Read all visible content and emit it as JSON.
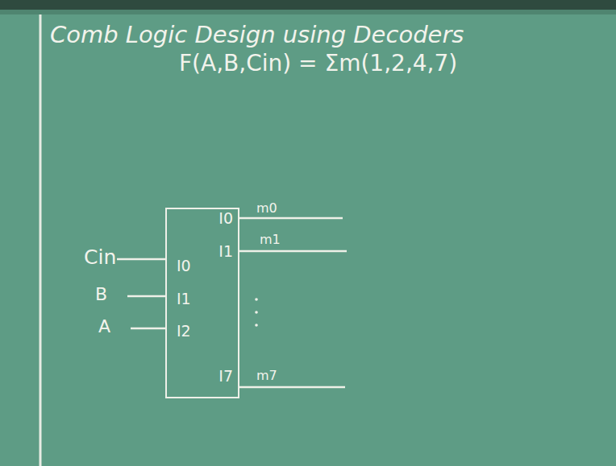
{
  "diagram": {
    "title": "Comb Logic Design using Decoders",
    "nodes": [
      {
        "text": [
          "I0",
          "I1",
          "I2",
          "I0",
          "I1",
          "I7"
        ]
      }
    ],
    "labels": [
      "F(A,B,Cin) = Σm(1,2,4,7)",
      "Cin",
      "B",
      "A",
      "m0",
      "m1",
      "m7"
    ]
  }
}
